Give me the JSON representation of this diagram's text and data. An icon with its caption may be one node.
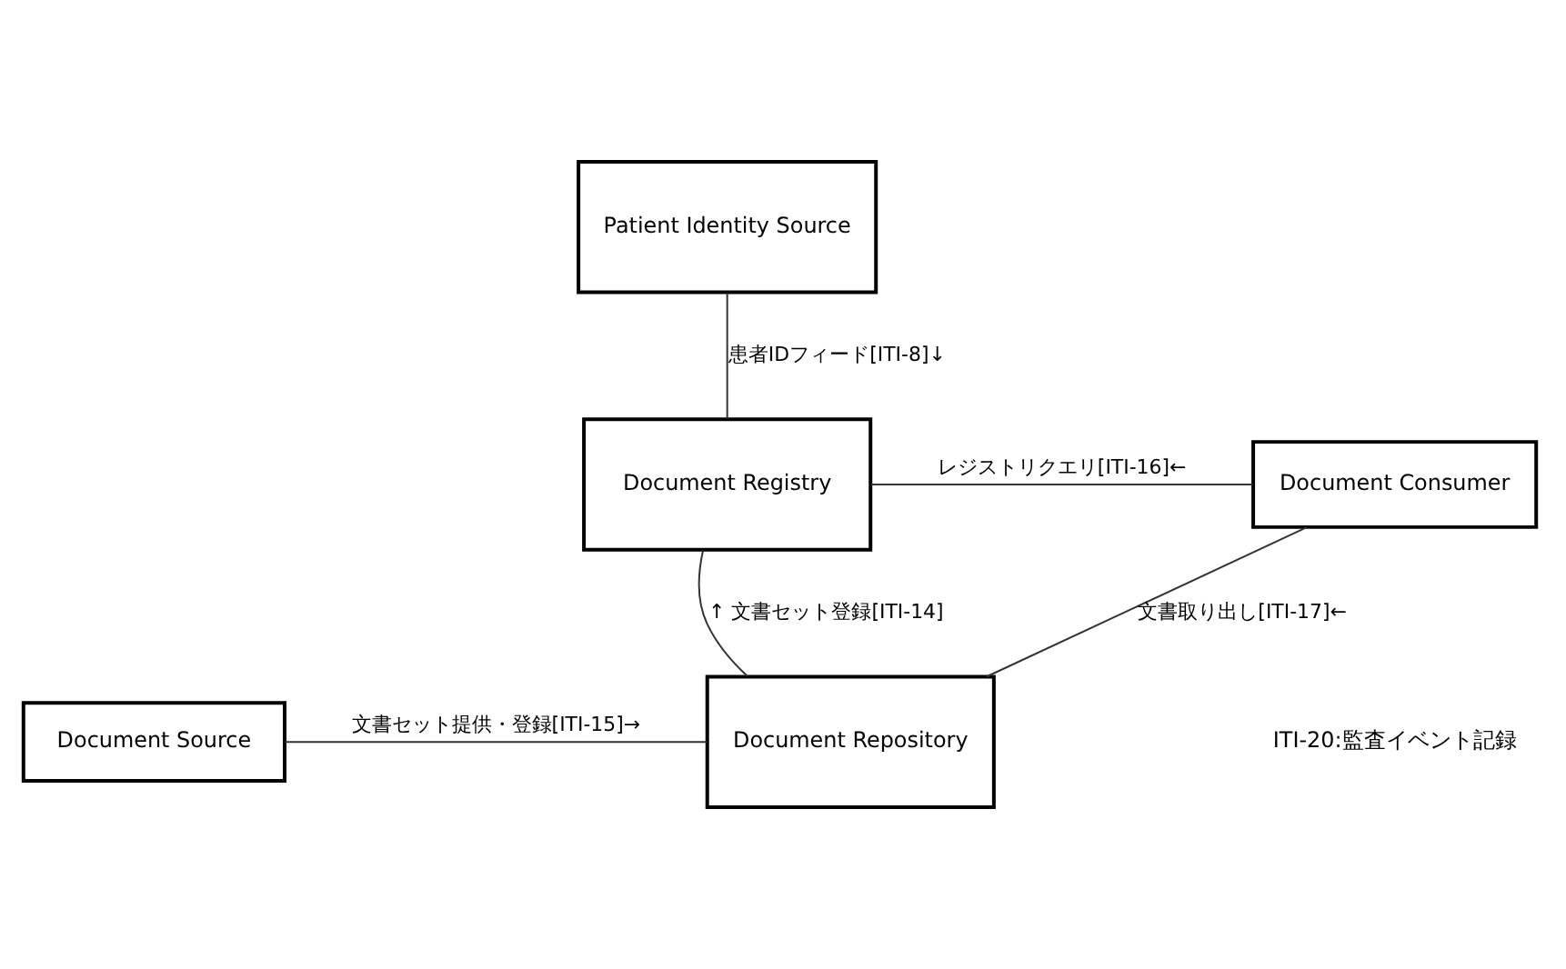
{
  "diagram": {
    "nodes": [
      {
        "text": [
          "Patient Identity Source"
        ]
      },
      {
        "text": [
          "Document Registry"
        ]
      },
      {
        "text": [
          "Document Consumer"
        ]
      },
      {
        "text": [
          "Document Source"
        ]
      },
      {
        "text": [
          "Document Repository"
        ]
      }
    ],
    "edges": [
      {
        "from": 0,
        "to": 1,
        "arrow": "none",
        "label": "患者IDフィード[ITI-8]↓"
      },
      {
        "from": 1,
        "to": 2,
        "arrow": "none",
        "label": "レジストリクエリ[ITI-16]←"
      },
      {
        "from": 1,
        "to": 4,
        "arrow": "none",
        "label": "↑ 文書セット登録[ITI-14]"
      },
      {
        "from": 3,
        "to": 4,
        "arrow": "none",
        "label": "文書セット提供・登録[ITI-15]→"
      },
      {
        "from": 4,
        "to": 2,
        "arrow": "none",
        "label": "文書取り出し[ITI-17]←"
      }
    ],
    "labels": [
      "ITI-20:監査イベント記録"
    ]
  }
}
